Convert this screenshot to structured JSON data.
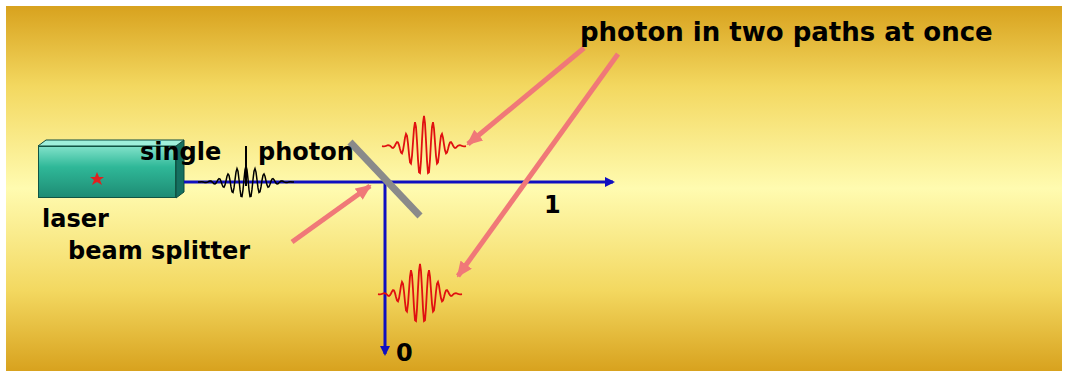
{
  "diagram": {
    "nodes": [
      {
        "text": [
          "laser"
        ]
      }
    ],
    "labels": [
      "single",
      "photon",
      "photon in two paths at once",
      "beam splitter",
      "1",
      "0"
    ]
  }
}
